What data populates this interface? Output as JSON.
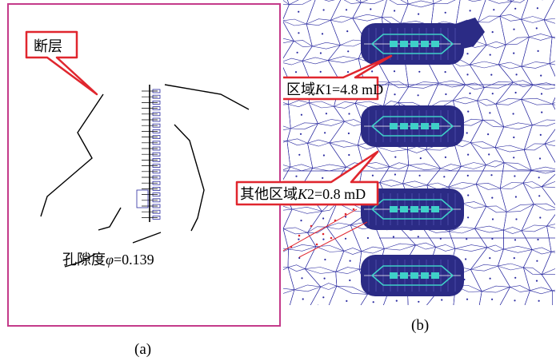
{
  "panel_a": {
    "caption": "(a)",
    "fault_callout": "断层",
    "porosity_label": "孔隙度",
    "porosity_symbol": "φ",
    "porosity_value": "=0.139"
  },
  "panel_b": {
    "caption": "(b)",
    "region_k1_label": "区域",
    "region_k1_symbol": "K",
    "region_k1_value": "1=4.8 mD",
    "region_k2_label": "其他区域",
    "region_k2_symbol": "K",
    "region_k2_value": "2=0.8 mD"
  },
  "colors": {
    "panel_border": "#c43a8a",
    "callout_red": "#e0262e",
    "mesh_line": "#2a2aa0",
    "dense_region": "#2b2b85",
    "fracture_cyan": "#3fd0c8"
  }
}
